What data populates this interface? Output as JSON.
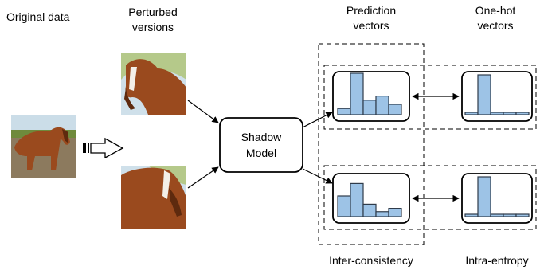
{
  "labels": {
    "original": "Original data",
    "perturbed_line1": "Perturbed",
    "perturbed_line2": "versions",
    "prediction_line1": "Prediction",
    "prediction_line2": "vectors",
    "onehot_line1": "One-hot",
    "onehot_line2": "vectors",
    "model_line1": "Shadow",
    "model_line2": "Model",
    "inter": "Inter-consistency",
    "intra": "Intra-entropy"
  },
  "images": {
    "original": "horse photo (original)",
    "perturbed_top": "horse photo (perturbed version 1)",
    "perturbed_bottom": "horse photo (perturbed version 2)"
  },
  "histograms": {
    "prediction_top": [
      0.15,
      1.0,
      0.35,
      0.45,
      0.25
    ],
    "prediction_bottom": [
      0.5,
      0.8,
      0.3,
      0.12,
      0.2
    ],
    "onehot_top": [
      0,
      1,
      0,
      0,
      0
    ],
    "onehot_bottom": [
      0,
      1,
      0,
      0,
      0
    ]
  },
  "colors": {
    "bar_fill": "#9dc3e6",
    "bar_stroke": "#2f3b4a",
    "line": "#000000",
    "horse": "#9a4a1e",
    "horse_dark": "#5e2a0e",
    "sky": "#cfe0ea",
    "ground": "#8c7a5e",
    "grass": "#6f8a3c"
  }
}
